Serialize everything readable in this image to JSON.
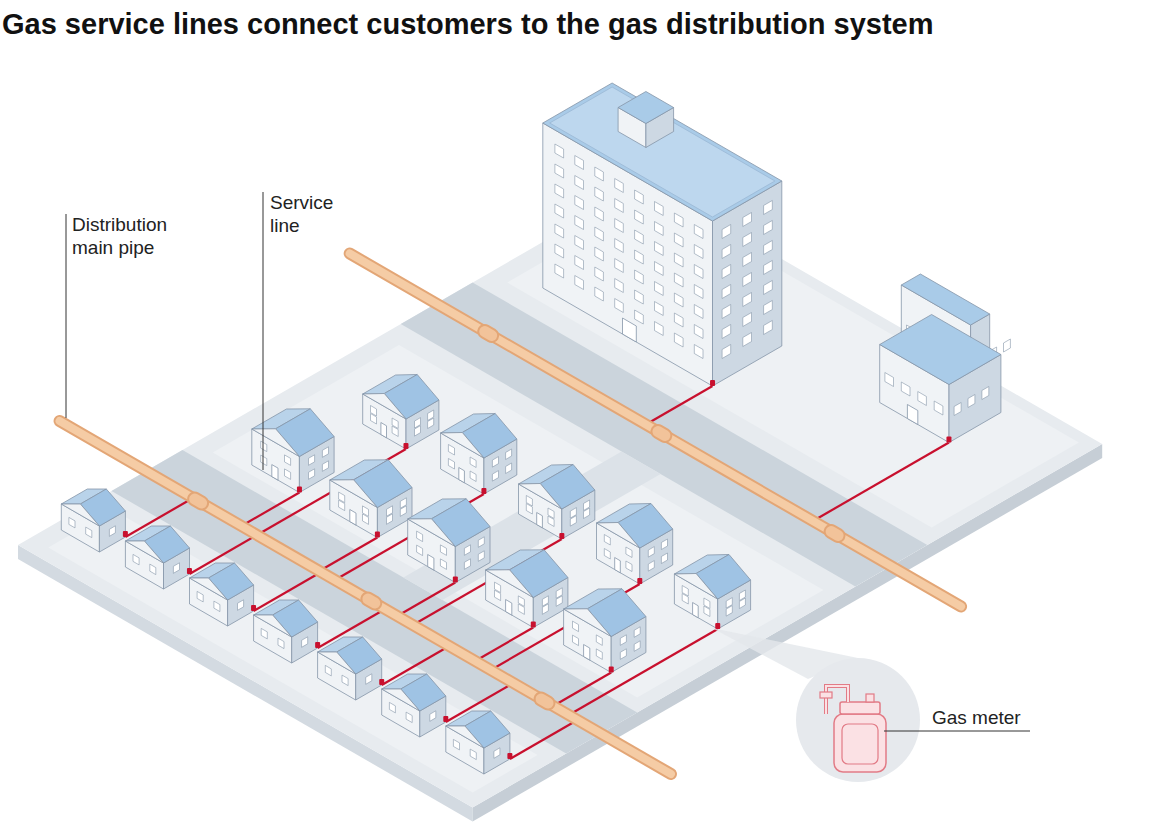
{
  "diagram": {
    "title": "Gas service lines connect customers to the gas distribution system",
    "labels": [
      "Distribution main pipe",
      "Service line",
      "Gas meter"
    ]
  }
}
